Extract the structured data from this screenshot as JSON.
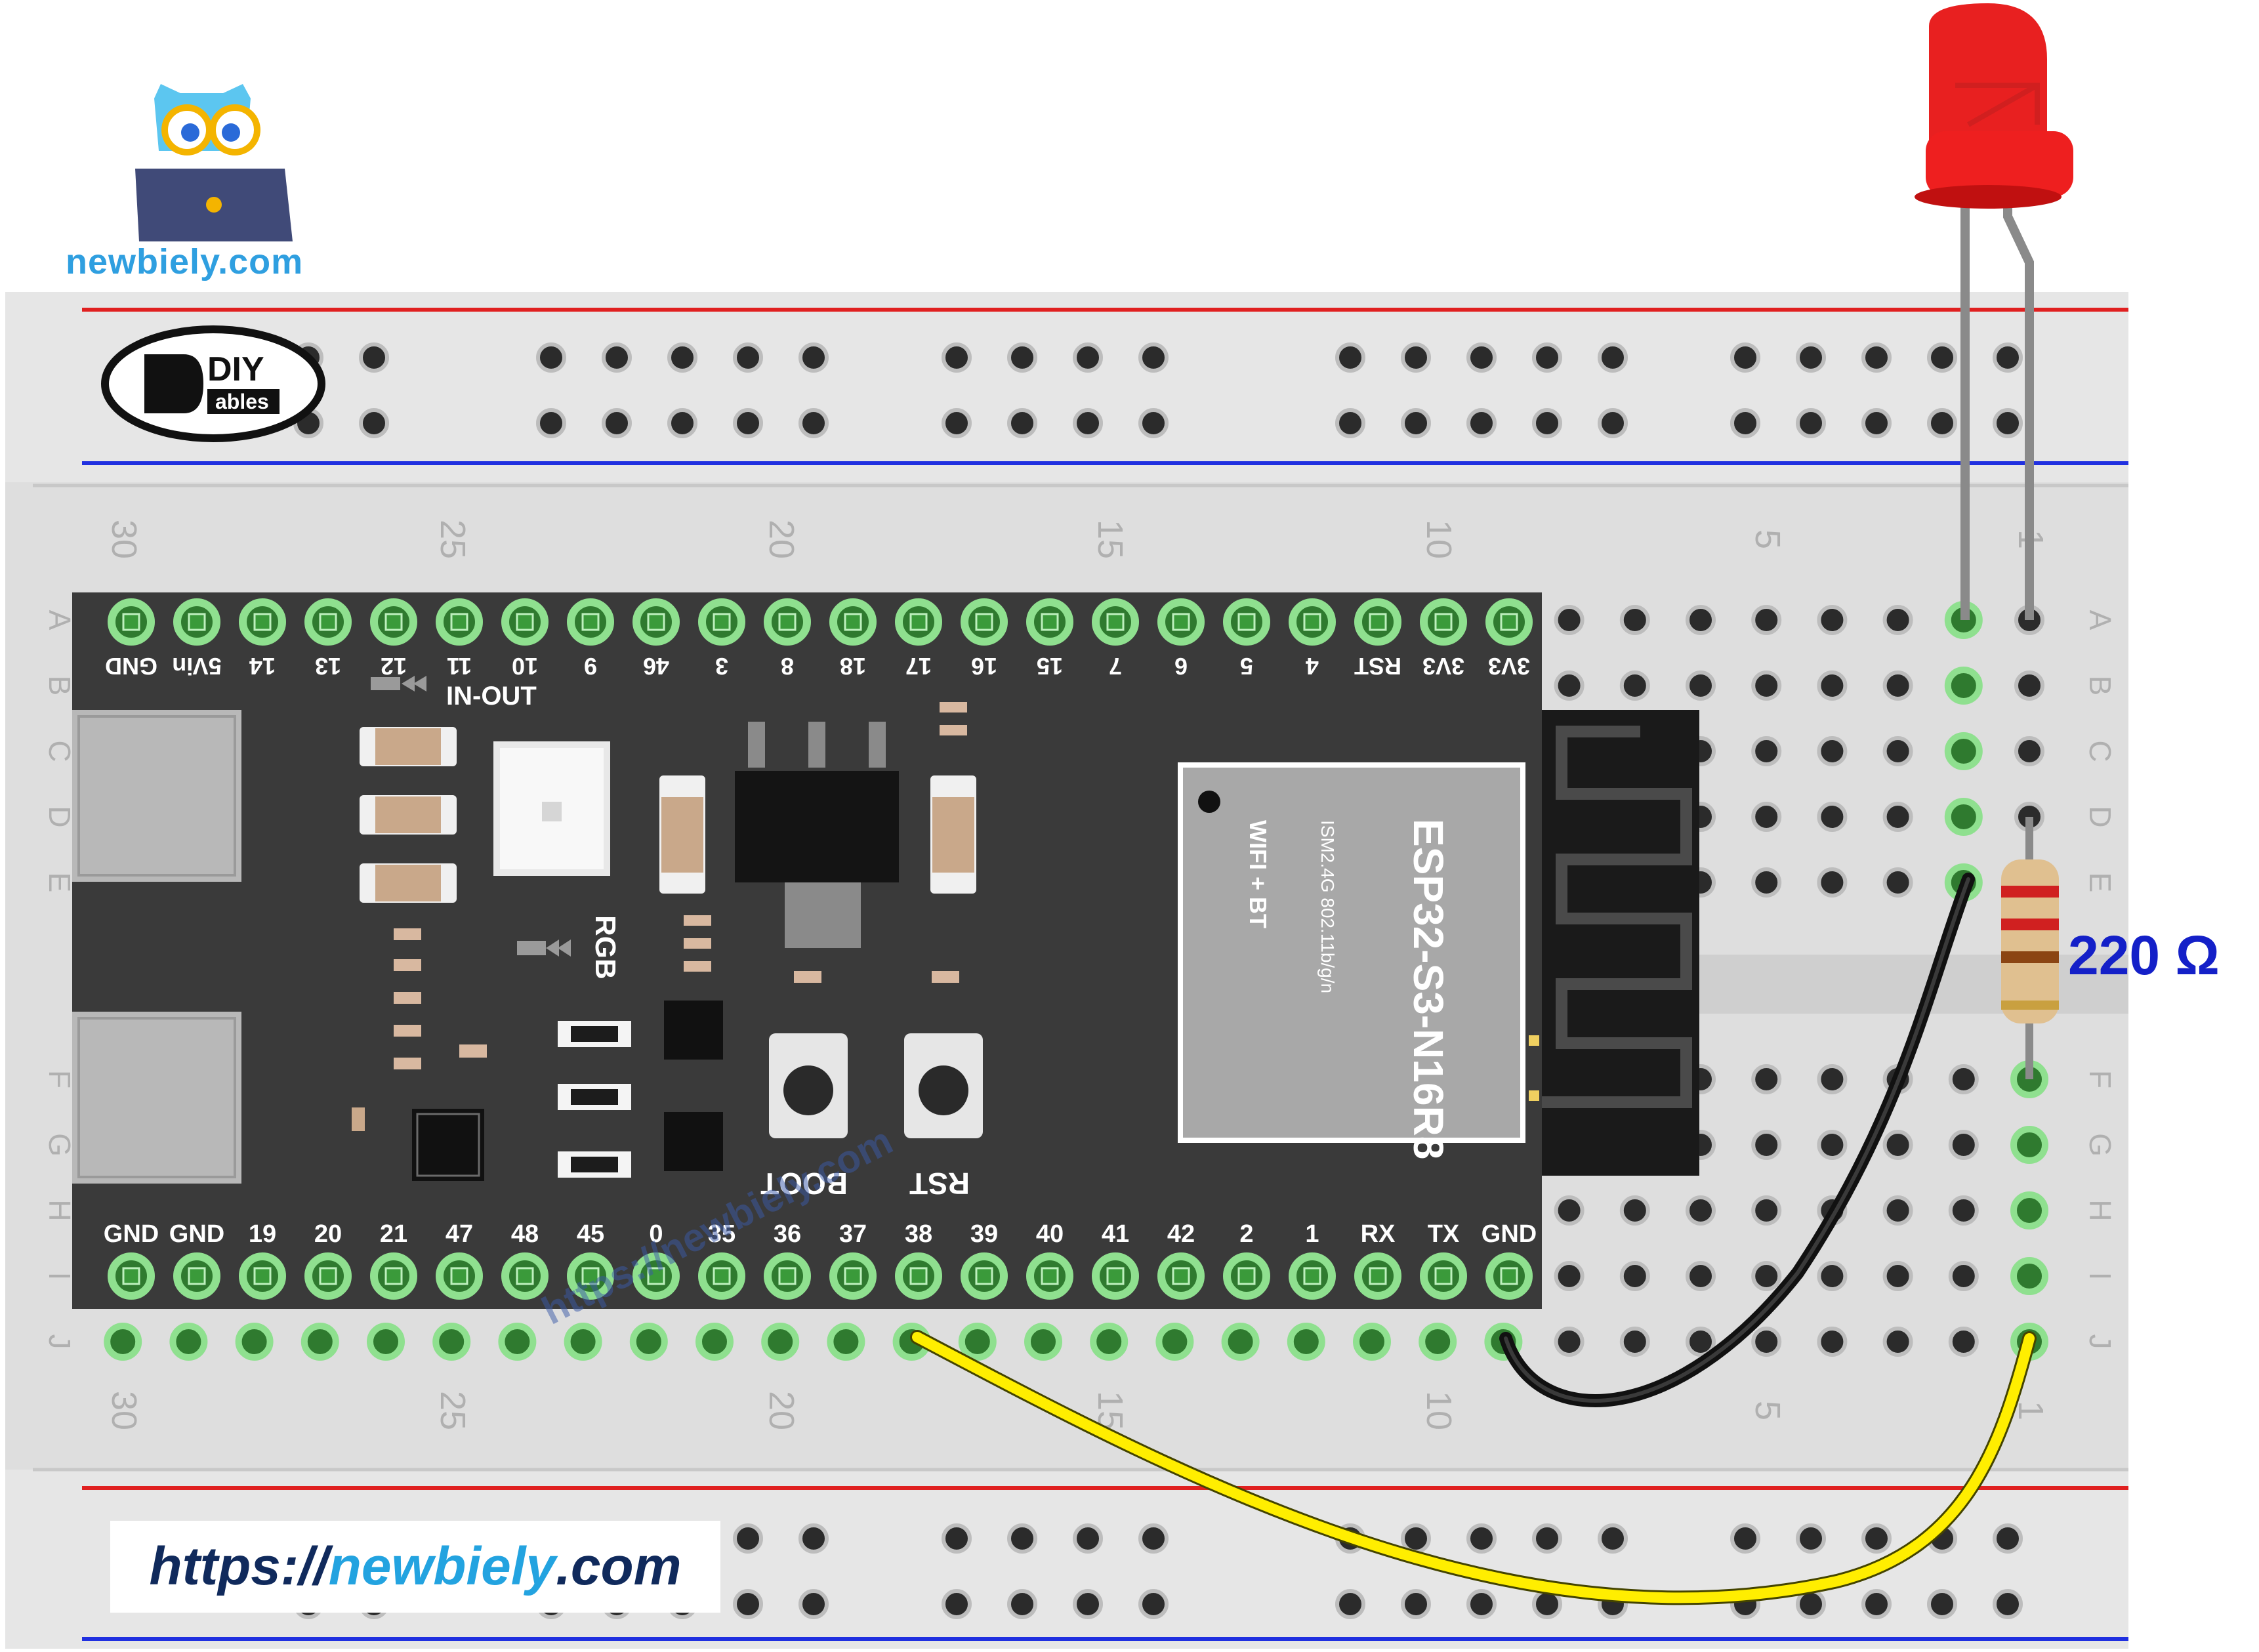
{
  "branding": {
    "site_name": "newbiely.com",
    "url_prefix": "https://",
    "url_domain": "newbiely",
    "url_suffix": ".com",
    "diy_logo_main": "DIY",
    "diy_logo_sub": "ables",
    "watermark": "https://newbiely.com"
  },
  "breadboard": {
    "row_letters_left": [
      "A",
      "B",
      "C",
      "D",
      "E",
      "F",
      "G",
      "H",
      "I",
      "J"
    ],
    "row_letters_right": [
      "A",
      "B",
      "C",
      "D",
      "E",
      "F",
      "G",
      "H",
      "I",
      "J"
    ],
    "column_numbers": [
      "30",
      "25",
      "20",
      "15",
      "10",
      "5",
      "1"
    ]
  },
  "board": {
    "top_pins": [
      "GND",
      "5Vin",
      "14",
      "13",
      "12",
      "11",
      "10",
      "9",
      "46",
      "3",
      "8",
      "18",
      "17",
      "16",
      "15",
      "7",
      "6",
      "5",
      "4",
      "RST",
      "3V3",
      "3V3"
    ],
    "bottom_pins": [
      "GND",
      "GND",
      "19",
      "20",
      "21",
      "47",
      "48",
      "45",
      "0",
      "35",
      "36",
      "37",
      "38",
      "39",
      "40",
      "41",
      "42",
      "2",
      "1",
      "RX",
      "TX",
      "GND"
    ],
    "labels": {
      "in_out": "IN-OUT",
      "rgb": "RGB",
      "boot": "BOOT",
      "rst": "RST"
    },
    "module": {
      "name": "ESP32-S3-N16R8",
      "spec": "ISM2.4G 802.11b/g/n",
      "radio": "WIFI + BT"
    }
  },
  "components": {
    "led": {
      "color": "red"
    },
    "resistor": {
      "value_label": "220 Ω"
    },
    "wire_signal": {
      "color": "#ffee00",
      "from_pin": "38"
    },
    "wire_ground": {
      "color": "#111111",
      "from_pin": "GND"
    }
  }
}
